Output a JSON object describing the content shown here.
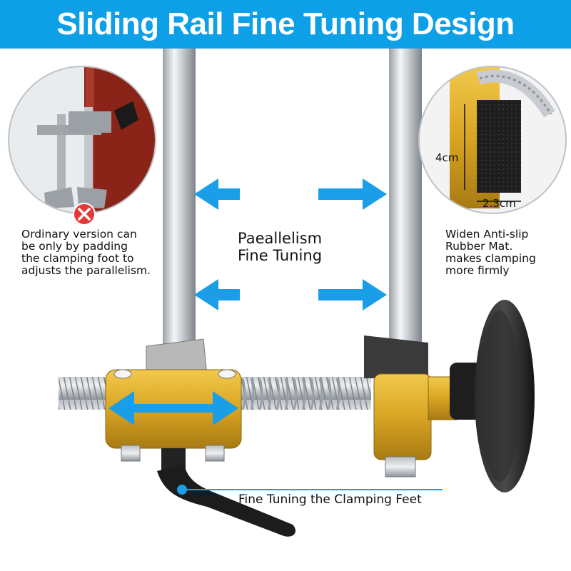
{
  "banner": {
    "title": "Sliding Rail Fine Tuning Design"
  },
  "left_inset": {
    "lines": [
      "Ordinary version can",
      "be only by padding",
      "the clamping foot to",
      "adjusts the parallelism."
    ]
  },
  "center_label": {
    "lines": [
      "Paeallelism",
      "Fine Tuning"
    ]
  },
  "right_inset": {
    "lines": [
      "Widen Anti-slip",
      "Rubber Mat.",
      "makes clamping",
      "more firmly"
    ],
    "height_label": "4cm",
    "width_label": "2.3cm"
  },
  "bottom_label": "Fine Tuning the Clamping Feet",
  "colors": {
    "banner": "#0ea0e6",
    "arrow": "#1a9ee8",
    "gold": "#d9a523",
    "error": "#e53935"
  },
  "icons": [
    "x-error-icon",
    "arrow-left-icon",
    "arrow-right-icon",
    "double-arrow-icon"
  ]
}
